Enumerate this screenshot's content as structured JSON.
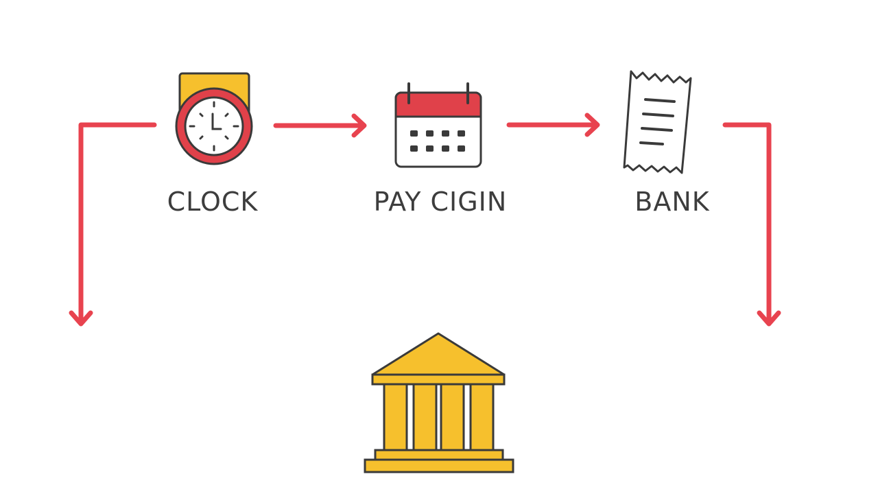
{
  "colors": {
    "arrow": "#e8434f",
    "accent_red": "#e0414a",
    "accent_yellow": "#f6c02d",
    "outline": "#3a3a3a",
    "label_text": "#3d3d3d"
  },
  "nodes": [
    {
      "id": "clock",
      "label": "CLOCK",
      "icon": "clock-icon"
    },
    {
      "id": "pay",
      "label": "PAY CIGIN",
      "icon": "calendar-icon"
    },
    {
      "id": "bank",
      "label": "BANK",
      "icon": "receipt-icon"
    },
    {
      "id": "institution",
      "label": "",
      "icon": "bank-building-icon"
    }
  ]
}
